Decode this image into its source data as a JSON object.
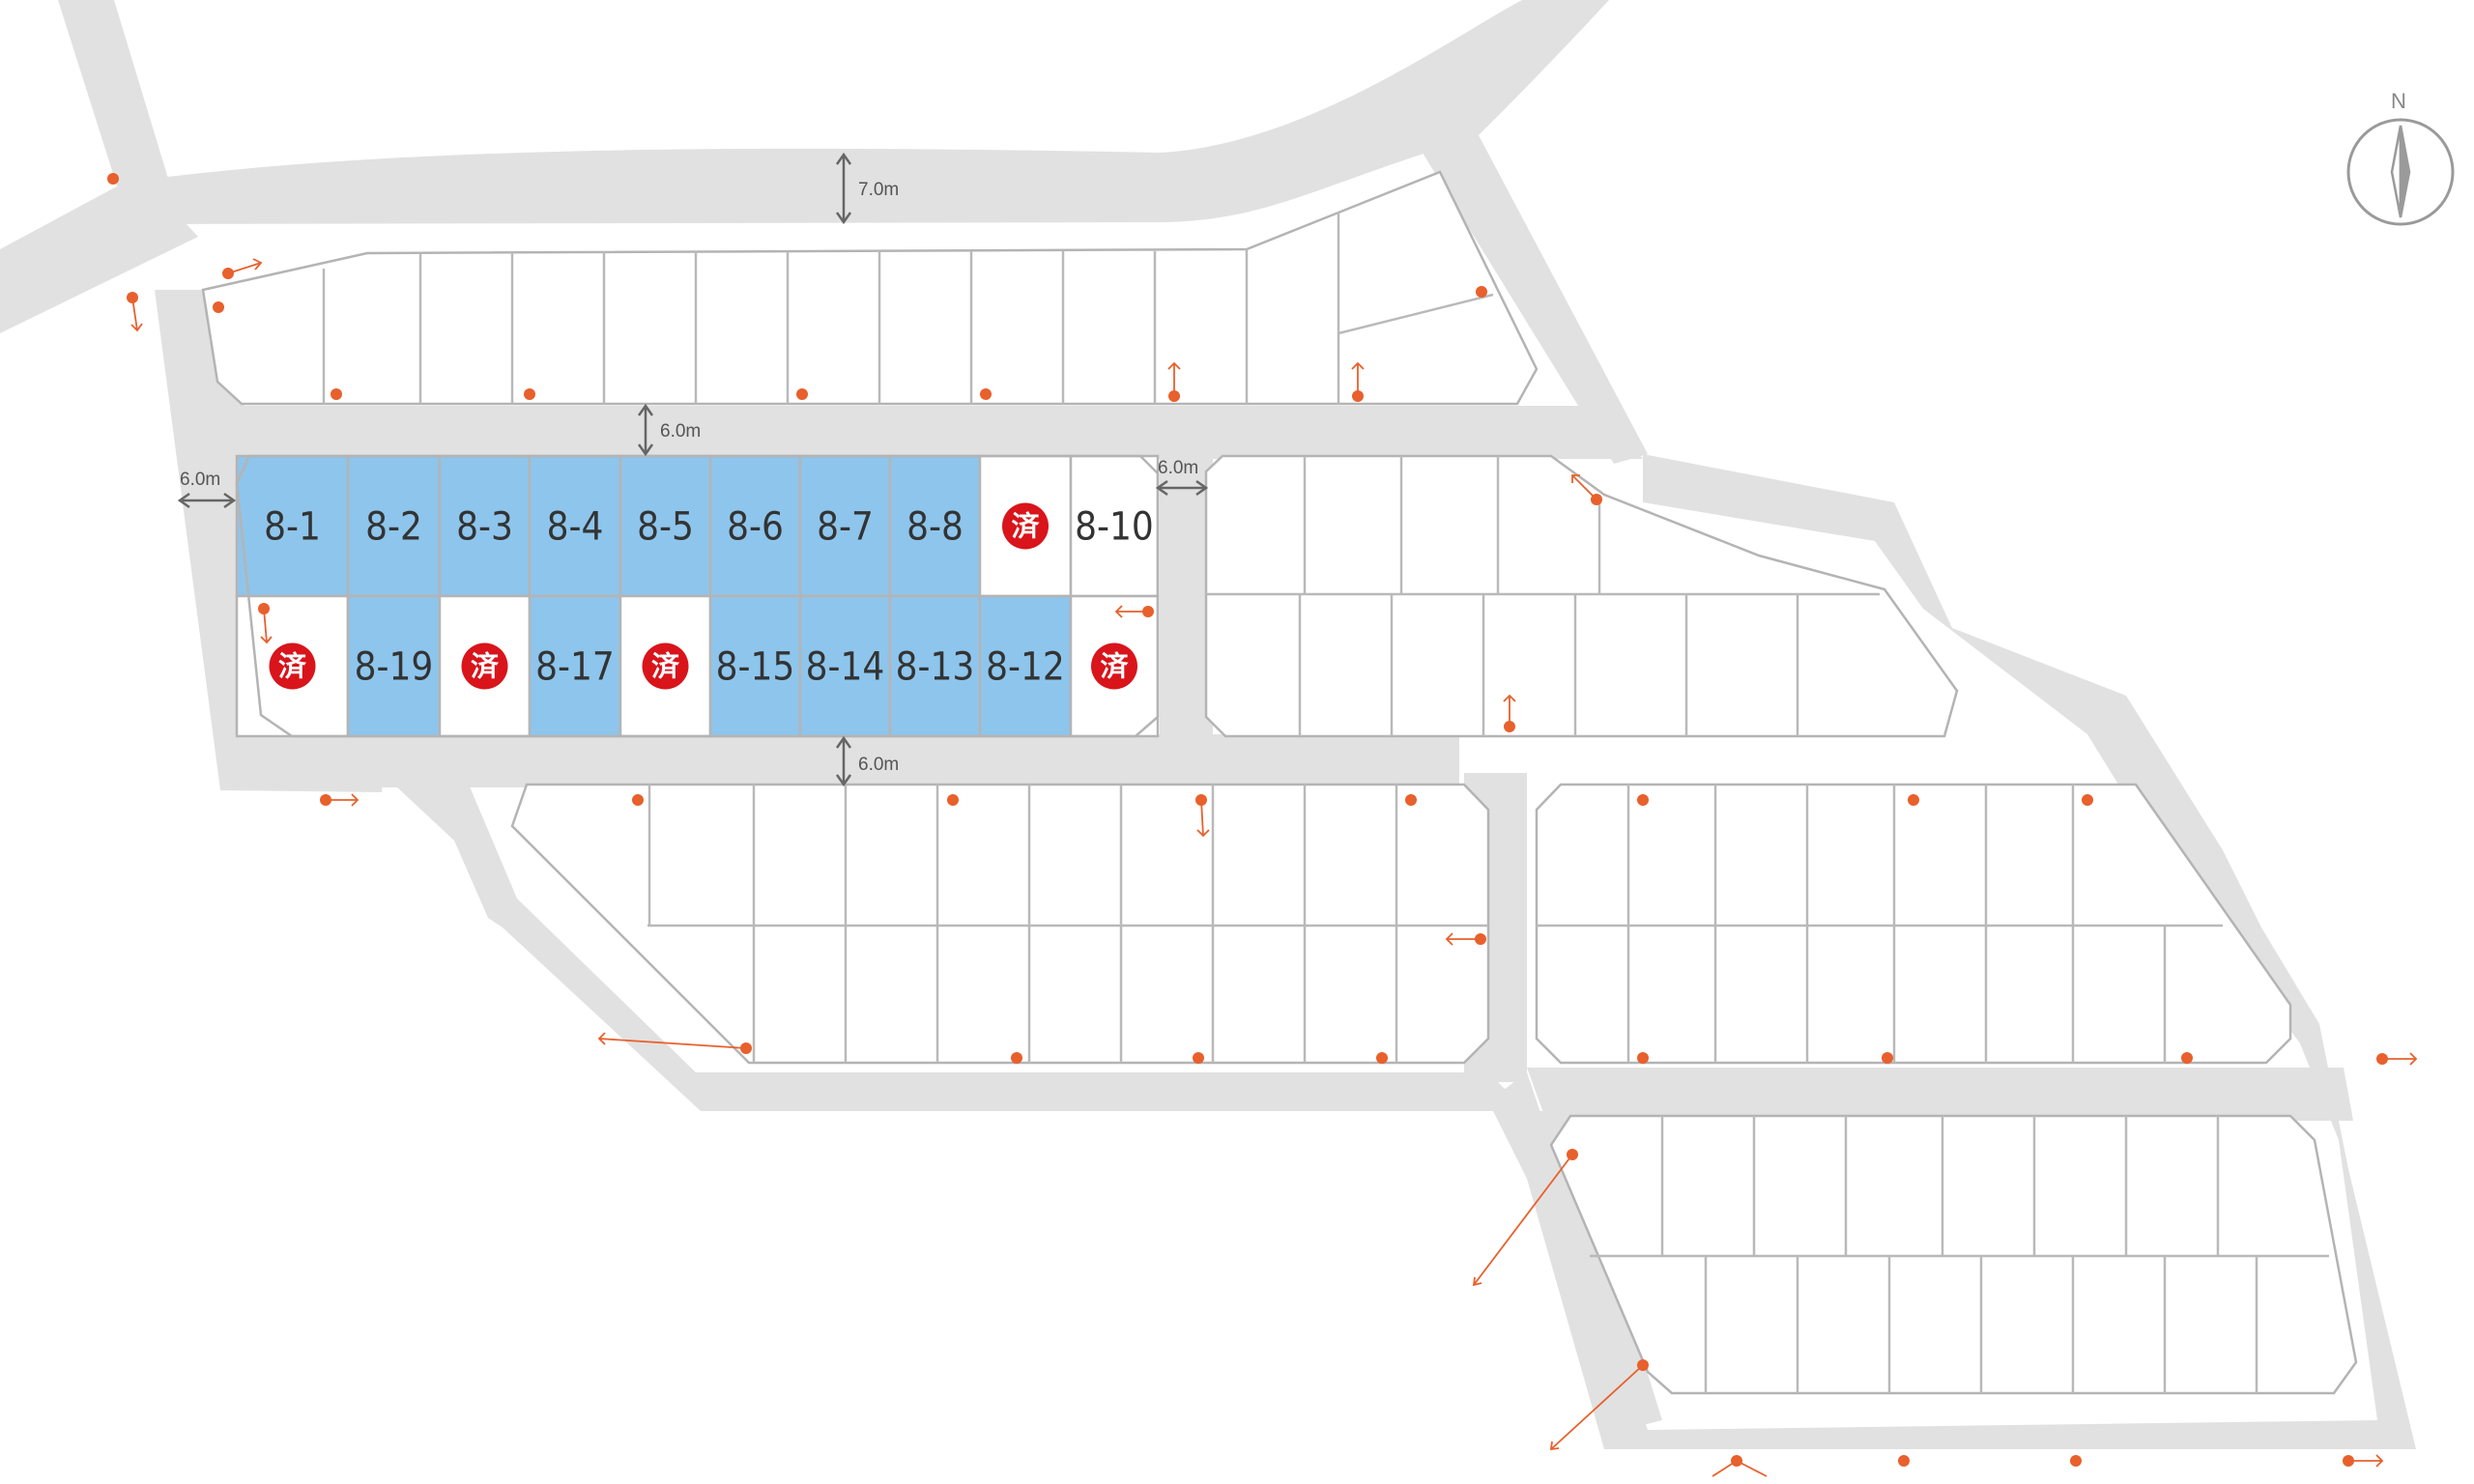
{
  "compass": {
    "label": "N"
  },
  "dimensions": {
    "north_road": "7.0m",
    "upper_road": "6.0m",
    "west_road": "6.0m",
    "east_road": "6.0m",
    "lower_road": "6.0m"
  },
  "sold_mark": "済",
  "colors": {
    "available": "#8ec5ec",
    "sold_badge": "#d9141b",
    "road": "#e1e1e1",
    "pin": "#e8602c"
  },
  "lots": {
    "top_row": [
      {
        "id": "8-1",
        "status": "available"
      },
      {
        "id": "8-2",
        "status": "available"
      },
      {
        "id": "8-3",
        "status": "available"
      },
      {
        "id": "8-4",
        "status": "available"
      },
      {
        "id": "8-5",
        "status": "available"
      },
      {
        "id": "8-6",
        "status": "available"
      },
      {
        "id": "8-7",
        "status": "available"
      },
      {
        "id": "8-8",
        "status": "available"
      },
      {
        "id": "",
        "status": "sold"
      },
      {
        "id": "8-10",
        "status": "open"
      }
    ],
    "bottom_row": [
      {
        "id": "",
        "status": "sold"
      },
      {
        "id": "8-19",
        "status": "available"
      },
      {
        "id": "",
        "status": "sold"
      },
      {
        "id": "8-17",
        "status": "available"
      },
      {
        "id": "",
        "status": "sold"
      },
      {
        "id": "8-15",
        "status": "available"
      },
      {
        "id": "8-14",
        "status": "available"
      },
      {
        "id": "8-13",
        "status": "available"
      },
      {
        "id": "8-12",
        "status": "available"
      },
      {
        "id": "",
        "status": "sold"
      }
    ]
  }
}
